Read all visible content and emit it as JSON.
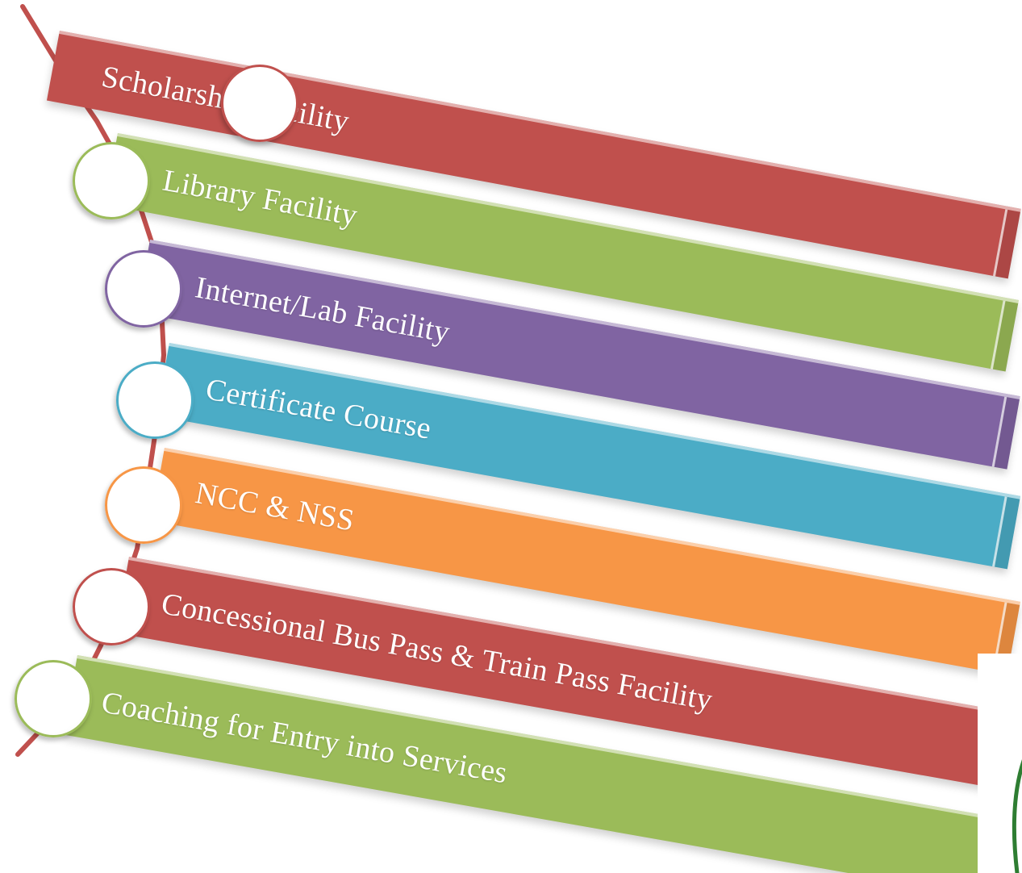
{
  "diagram": {
    "items": [
      {
        "label": "Scholarship Facility",
        "color": "#c0504d",
        "ring_color": "#c0504d"
      },
      {
        "label": "Library Facility",
        "color": "#9bbb59",
        "ring_color": "#9bbb59"
      },
      {
        "label": "Internet/Lab Facility",
        "color": "#8064a2",
        "ring_color": "#8064a2"
      },
      {
        "label": "Certificate Course",
        "color": "#4bacc6",
        "ring_color": "#4bacc6"
      },
      {
        "label": "NCC & NSS",
        "color": "#f79646",
        "ring_color": "#f79646"
      },
      {
        "label": "Concessional Bus Pass & Train Pass Facility",
        "color": "#c0504d",
        "ring_color": "#c0504d"
      },
      {
        "label": "Coaching for Entry into Services",
        "color": "#9bbb59",
        "ring_color": "#9bbb59"
      }
    ],
    "spine_color": "#c0504d",
    "leaf_color": "#2e7d32"
  }
}
